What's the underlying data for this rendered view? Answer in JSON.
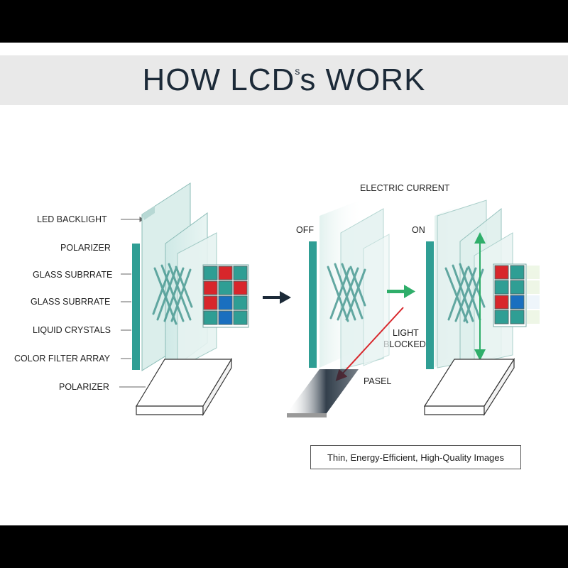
{
  "title": {
    "main": "HOW LCD",
    "superscript": "s",
    "suffix": "s WORK"
  },
  "layer_labels": [
    "LED BACKLIGHT",
    "POLARIZER",
    "GLASS SUBRRATE",
    "GLASS SUBRRATE",
    "LIQUID CRYSTALS",
    "COLOR FILTER ARRAY",
    "POLARIZER"
  ],
  "states": {
    "off": "OFF",
    "on": "ON"
  },
  "annotations": {
    "electric_current": "ELECTRIC CURRENT",
    "light_blocked_1": "LIGHT",
    "light_blocked_2": "BLOCKED",
    "panel": "PASEL"
  },
  "footer_note": "Thin, Energy-Efficient, High-Quality Images",
  "colors": {
    "teal": "#2f9e94",
    "red": "#d8262b",
    "blue": "#1a6fbf",
    "green": "#2fae6a",
    "title": "#1c2a38"
  }
}
